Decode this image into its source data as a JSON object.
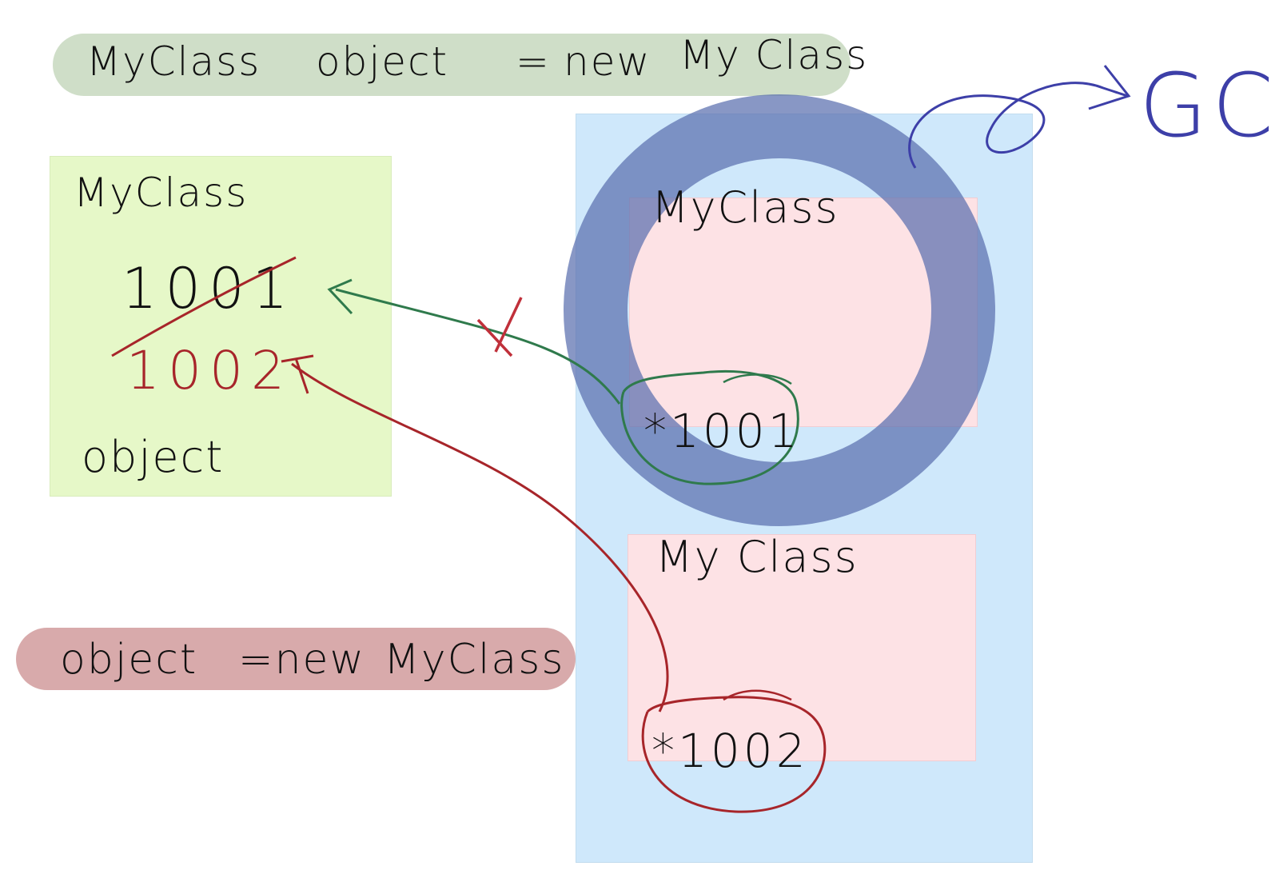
{
  "code_line_top": {
    "type": "MyClass",
    "var": "object",
    "equals": "=",
    "new_kw": "new",
    "ctor": "My Class"
  },
  "code_line_bottom": {
    "var": "object",
    "assign": "=new",
    "ctor": "MyClass"
  },
  "stack": {
    "type_label": "MyClass",
    "old_ref": "1001",
    "new_ref": "1002",
    "var_label": "object"
  },
  "heap": {
    "obj1": {
      "label": "MyClass",
      "address": "*1001"
    },
    "obj2": {
      "label": "My Class",
      "address": "*1002"
    }
  },
  "gc_label": "GC",
  "cross_mark": "X",
  "colors": {
    "top_pill": "#cfdec8",
    "bottom_pill": "#d8aaab",
    "stack_bg": "#e6f8c8",
    "heap_bg": "#cfe8fb",
    "object_bg": "#fde2e5",
    "gc_ring": "#5a6fae",
    "green_ink": "#2f7a4c",
    "red_ink": "#a7252a",
    "blue_ink": "#3d3fa8"
  }
}
